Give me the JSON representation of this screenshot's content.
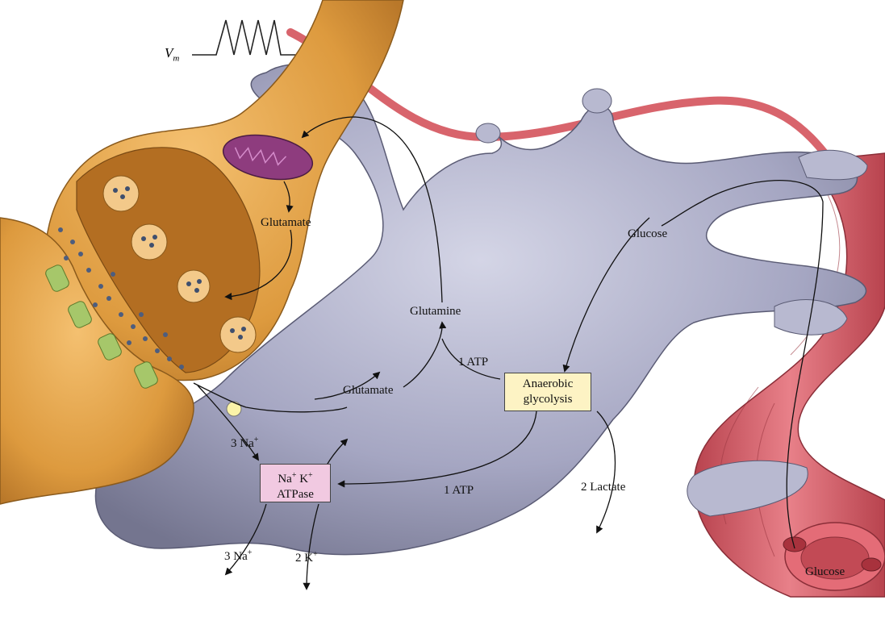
{
  "labels": {
    "vm_main": "V",
    "vm_sub": "m",
    "glutamate_neuron": "Glutamate",
    "glutamate_astro": "Glutamate",
    "glutamine": "Glutamine",
    "glucose_top": "Glucose",
    "glucose_vessel": "Glucose",
    "atp_upper": "1 ATP",
    "atp_lower": "1 ATP",
    "lactate": "2 Lactate",
    "na_in_num": "3 Na",
    "na_out_num": "3 Na",
    "k_in_num": "2 K",
    "plus": "+"
  },
  "glycolysis_box": {
    "line1": "Anaerobic",
    "line2": "glycolysis"
  },
  "pump_box": {
    "na": "Na",
    "k": "K",
    "line2": "ATPase"
  },
  "colors": {
    "neuron": "#e3a24a",
    "astrocyte": "#9c9db8",
    "vessel": "#d8646c",
    "mitochondrion": "#8e3c7e",
    "receptor": "#a6c76a",
    "glycolysis_box": "#fdf3c4",
    "pump_box": "#f1c9e1"
  }
}
